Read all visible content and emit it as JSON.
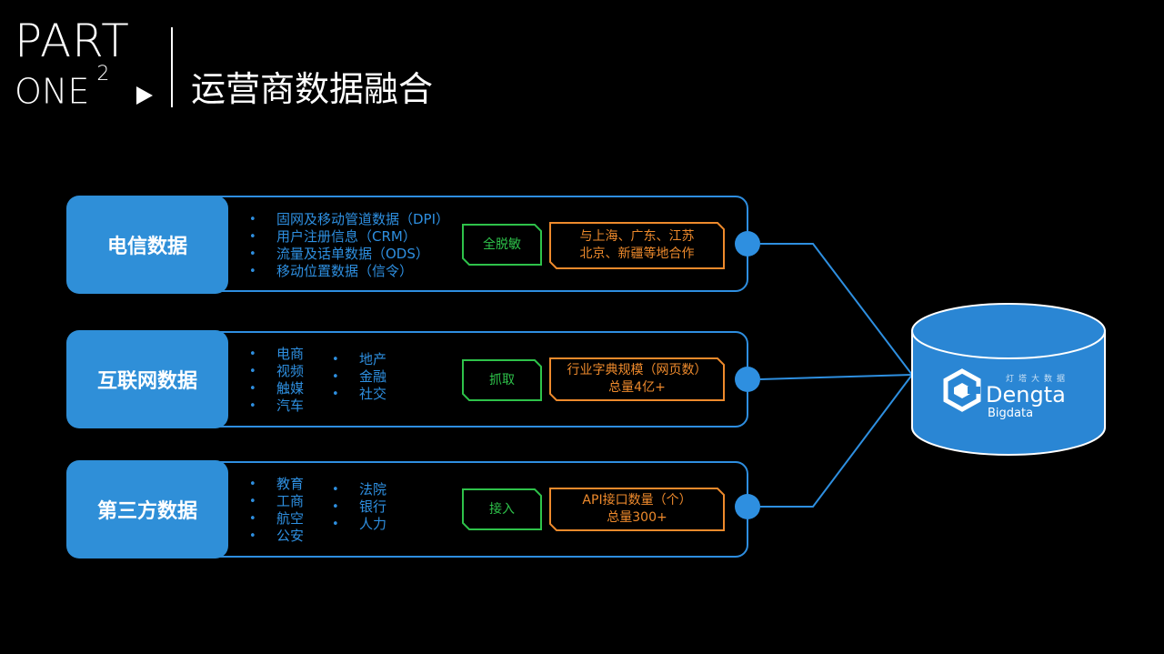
{
  "header": {
    "part": "PART",
    "one": "ONE",
    "number": "2",
    "title": "运营商数据融合"
  },
  "rows": [
    {
      "label": "电信数据",
      "bullets_col1": [
        "固网及移动管道数据（DPI）",
        "用户注册信息（CRM）",
        "流量及话单数据（ODS）",
        "移动位置数据（信令）"
      ],
      "bullets_col2": [],
      "process": "全脱敏",
      "result_lines": [
        "与上海、广东、江苏",
        "北京、新疆等地合作"
      ]
    },
    {
      "label": "互联网数据",
      "bullets_col1": [
        "电商",
        "视频",
        "触媒",
        "汽车"
      ],
      "bullets_col2": [
        "地产",
        "金融",
        "社交"
      ],
      "process": "抓取",
      "result_lines": [
        "行业字典规模（网页数）",
        "总量4亿+"
      ]
    },
    {
      "label": "第三方数据",
      "bullets_col1": [
        "教育",
        "工商",
        "航空",
        "公安"
      ],
      "bullets_col2": [
        "法院",
        "银行",
        "人力"
      ],
      "process": "接入",
      "result_lines": [
        "API接口数量（个）",
        "总量300+"
      ]
    }
  ],
  "database": {
    "brand": "Dengta",
    "sub": "Bigdata",
    "cn": "灯塔大数据"
  },
  "colors": {
    "background": "#000000",
    "blue": "#2e8fe0",
    "label_blue": "#2f8fd8",
    "green": "#2ec24a",
    "orange": "#ee8a2c",
    "db_blue": "#2a86d4"
  }
}
